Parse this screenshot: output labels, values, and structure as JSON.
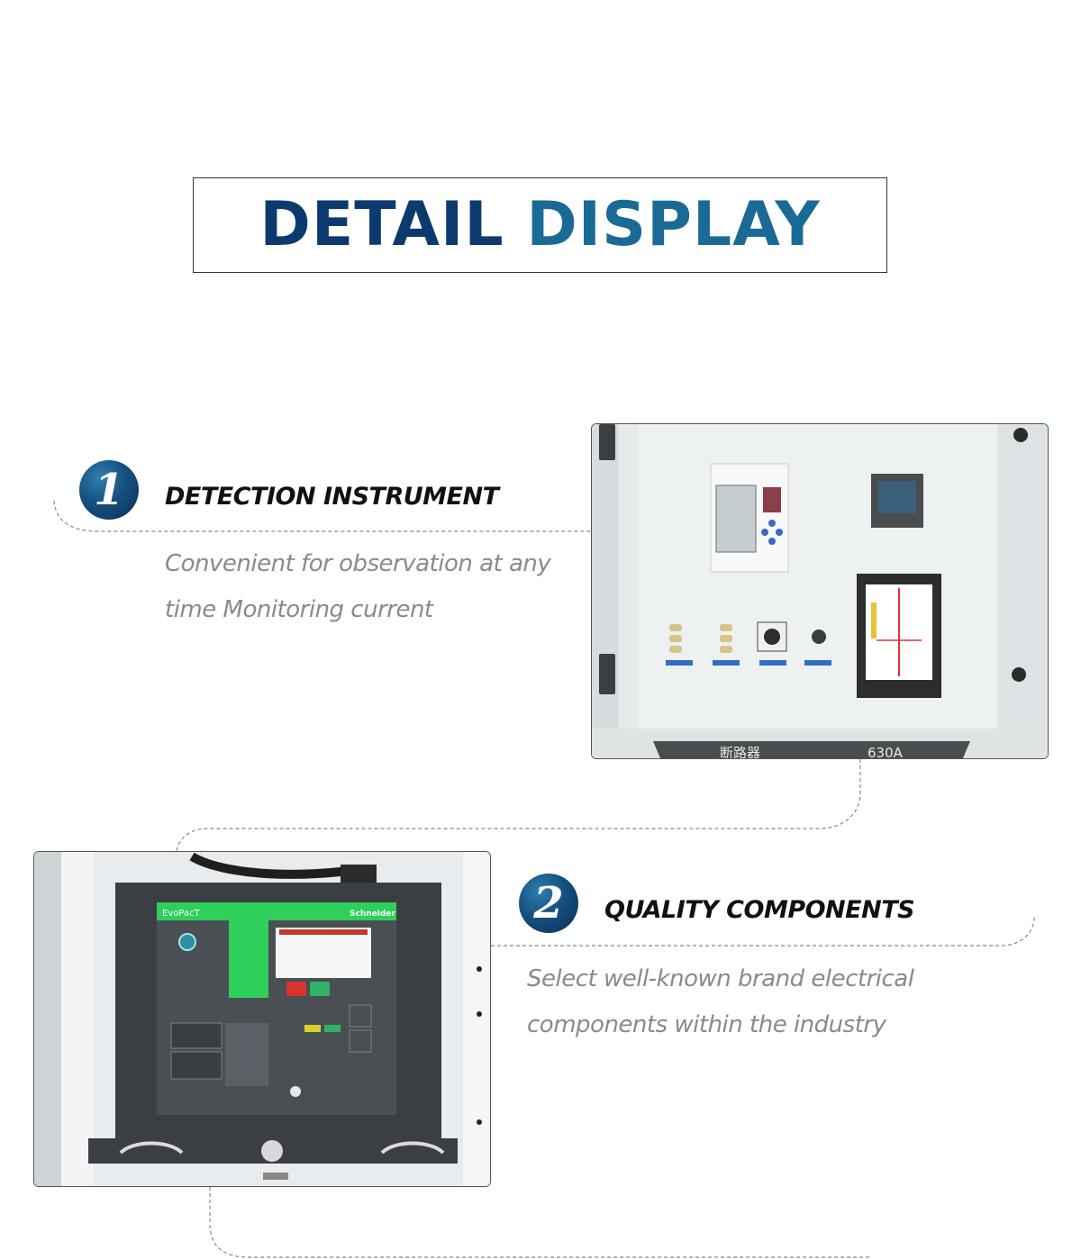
{
  "title": {
    "part1": "DETAIL",
    "part2": "DISPLAY"
  },
  "section1": {
    "number": "1",
    "heading": "DETECTION INSTRUMENT",
    "desc_line1": "Convenient for observation at any",
    "desc_line2": "time Monitoring current",
    "photo_label_left": "断路器",
    "photo_label_right": "630A"
  },
  "section2": {
    "number": "2",
    "heading": "QUALITY COMPONENTS",
    "desc_line1": "Select well-known brand electrical",
    "desc_line2": "components within the industry",
    "photo_brand": "Schneider",
    "photo_model": "EvoPacT"
  },
  "colors": {
    "title_dark": "#0d3a6e",
    "title_light": "#1a6a96",
    "badge": "#15507f",
    "desc": "#8a8a8a"
  }
}
